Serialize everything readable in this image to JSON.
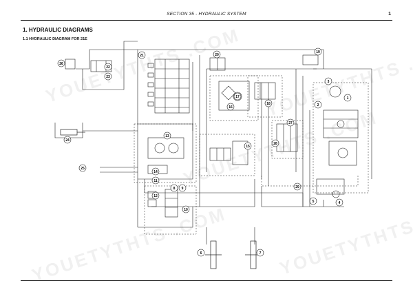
{
  "header": {
    "section_title": "SECTION 35 - HYDRAULIC SYSTEM",
    "page_number": "1"
  },
  "heading": {
    "main": "1.   HYDRAULIC DIAGRAMS",
    "sub": "1.1   HYDRAULIC DIAGRAM FOR 21E"
  },
  "watermark": "YOUETYTHTS .COM",
  "callouts": [
    "1",
    "2",
    "3",
    "4",
    "5",
    "6",
    "7",
    "8",
    "9",
    "10",
    "11",
    "12",
    "13",
    "14",
    "15",
    "16",
    "17",
    "18",
    "19",
    "20",
    "21",
    "22",
    "23",
    "24",
    "25",
    "26",
    "27",
    "28",
    "29"
  ]
}
